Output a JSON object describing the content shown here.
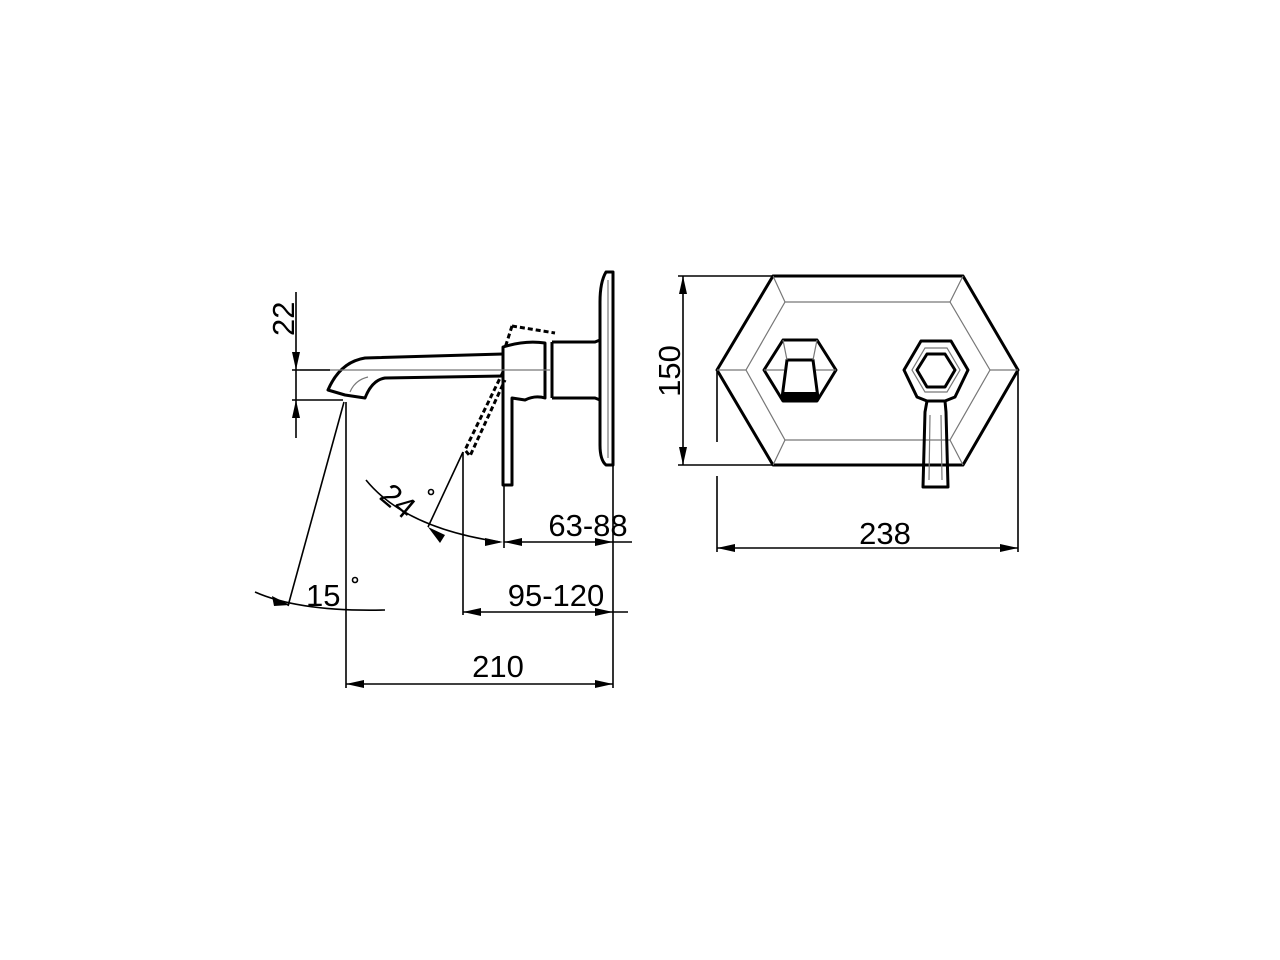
{
  "drawing": {
    "side_view": {
      "dims": {
        "spout_height": "22",
        "lever_angle": "24",
        "spout_angle": "15",
        "body_projection": "63-88",
        "lever_projection": "95-120",
        "spout_projection": "210"
      },
      "degree_symbol": "°"
    },
    "front_view": {
      "dims": {
        "plate_height": "150",
        "plate_width": "238"
      }
    }
  }
}
